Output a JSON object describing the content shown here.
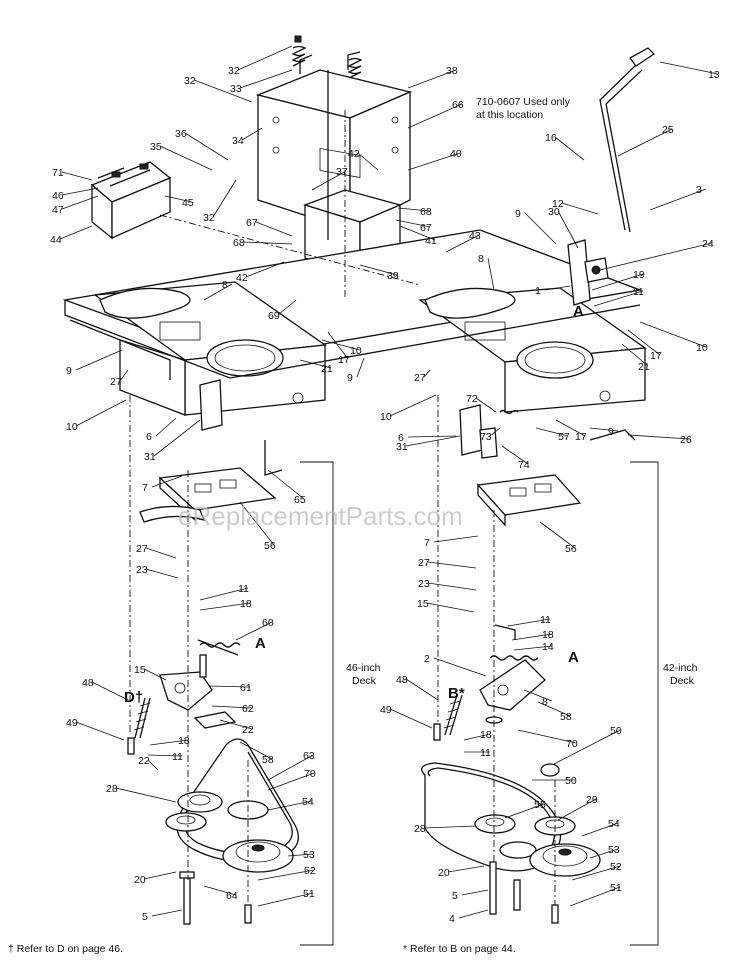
{
  "watermark": "eReplacementParts.com",
  "note_top": [
    "710-0607 Used only",
    "at this location"
  ],
  "bracket_46": [
    "46-inch",
    "Deck"
  ],
  "bracket_42": [
    "42-inch",
    "Deck"
  ],
  "footnote_left": "† Refer to D on page 46.",
  "footnote_right": "* Refer to B on page 44.",
  "reference_letters": [
    "A",
    "A",
    "A",
    "D†",
    "B*"
  ],
  "callouts": [
    {
      "n": "32"
    },
    {
      "n": "33"
    },
    {
      "n": "38"
    },
    {
      "n": "13"
    },
    {
      "n": "32"
    },
    {
      "n": "66"
    },
    {
      "n": "34"
    },
    {
      "n": "36"
    },
    {
      "n": "35"
    },
    {
      "n": "42"
    },
    {
      "n": "40"
    },
    {
      "n": "16"
    },
    {
      "n": "25"
    },
    {
      "n": "71"
    },
    {
      "n": "46"
    },
    {
      "n": "47"
    },
    {
      "n": "45"
    },
    {
      "n": "44"
    },
    {
      "n": "32"
    },
    {
      "n": "37"
    },
    {
      "n": "68"
    },
    {
      "n": "41"
    },
    {
      "n": "67"
    },
    {
      "n": "12"
    },
    {
      "n": "3"
    },
    {
      "n": "9"
    },
    {
      "n": "30"
    },
    {
      "n": "67"
    },
    {
      "n": "68"
    },
    {
      "n": "42"
    },
    {
      "n": "43"
    },
    {
      "n": "39"
    },
    {
      "n": "8"
    },
    {
      "n": "24"
    },
    {
      "n": "19"
    },
    {
      "n": "11"
    },
    {
      "n": "1"
    },
    {
      "n": "8"
    },
    {
      "n": "69"
    },
    {
      "n": "10"
    },
    {
      "n": "17"
    },
    {
      "n": "21"
    },
    {
      "n": "9"
    },
    {
      "n": "17"
    },
    {
      "n": "10"
    },
    {
      "n": "21"
    },
    {
      "n": "9"
    },
    {
      "n": "27"
    },
    {
      "n": "27"
    },
    {
      "n": "10"
    },
    {
      "n": "10"
    },
    {
      "n": "72"
    },
    {
      "n": "6"
    },
    {
      "n": "31"
    },
    {
      "n": "73"
    },
    {
      "n": "17"
    },
    {
      "n": "9"
    },
    {
      "n": "31"
    },
    {
      "n": "6"
    },
    {
      "n": "74"
    },
    {
      "n": "57"
    },
    {
      "n": "26"
    },
    {
      "n": "7"
    },
    {
      "n": "65"
    },
    {
      "n": "56"
    },
    {
      "n": "56"
    },
    {
      "n": "7"
    },
    {
      "n": "27"
    },
    {
      "n": "27"
    },
    {
      "n": "23"
    },
    {
      "n": "23"
    },
    {
      "n": "11"
    },
    {
      "n": "18"
    },
    {
      "n": "15"
    },
    {
      "n": "11"
    },
    {
      "n": "60"
    },
    {
      "n": "18"
    },
    {
      "n": "14"
    },
    {
      "n": "2"
    },
    {
      "n": "15"
    },
    {
      "n": "61"
    },
    {
      "n": "8"
    },
    {
      "n": "48"
    },
    {
      "n": "62"
    },
    {
      "n": "48"
    },
    {
      "n": "58"
    },
    {
      "n": "22"
    },
    {
      "n": "49"
    },
    {
      "n": "49"
    },
    {
      "n": "18"
    },
    {
      "n": "18"
    },
    {
      "n": "70"
    },
    {
      "n": "11"
    },
    {
      "n": "11"
    },
    {
      "n": "22"
    },
    {
      "n": "58"
    },
    {
      "n": "50"
    },
    {
      "n": "63"
    },
    {
      "n": "70"
    },
    {
      "n": "50"
    },
    {
      "n": "28"
    },
    {
      "n": "55"
    },
    {
      "n": "29"
    },
    {
      "n": "54"
    },
    {
      "n": "54"
    },
    {
      "n": "28"
    },
    {
      "n": "53"
    },
    {
      "n": "20"
    },
    {
      "n": "53"
    },
    {
      "n": "52"
    },
    {
      "n": "20"
    },
    {
      "n": "52"
    },
    {
      "n": "64"
    },
    {
      "n": "51"
    },
    {
      "n": "5"
    },
    {
      "n": "51"
    },
    {
      "n": "5"
    },
    {
      "n": "4"
    }
  ]
}
